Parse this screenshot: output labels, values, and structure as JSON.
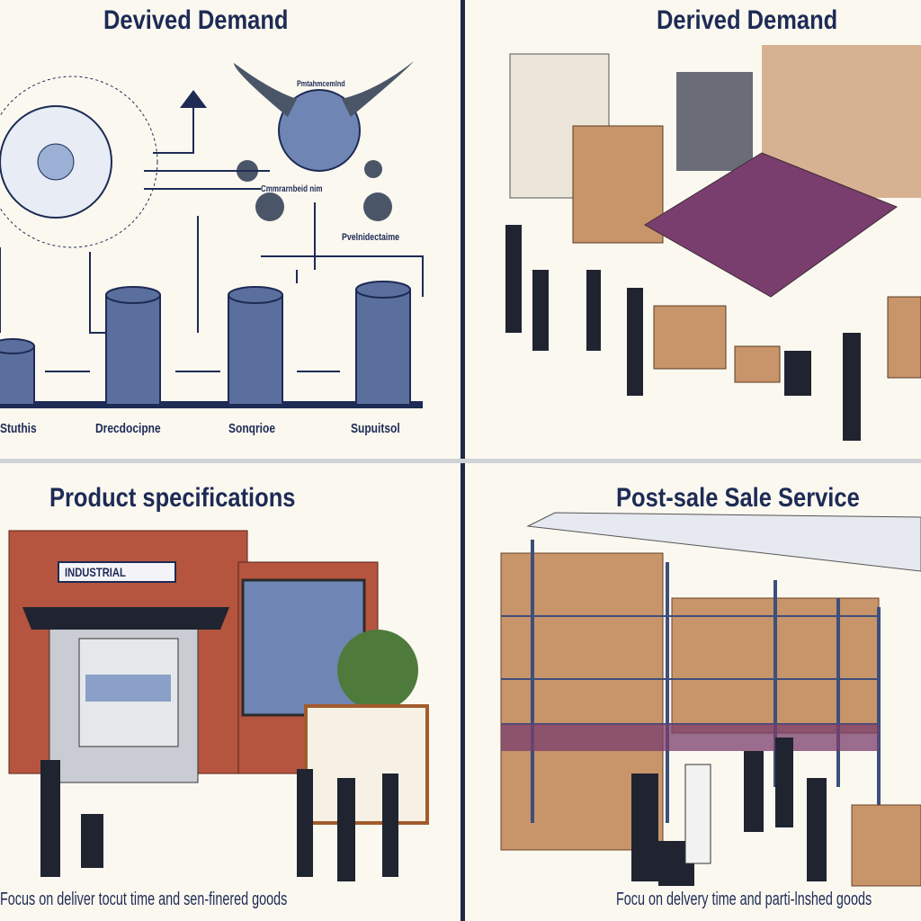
{
  "panels": [
    {
      "title": "Devived Demand",
      "labels": [
        "Stuthis",
        "Drecdocipne",
        "Sonqrioe",
        "Supuitsol"
      ],
      "sign_text": [
        "Pmtahmcemlnd",
        "Cmmrarnbeid nim",
        "Pvelnidectaime"
      ]
    },
    {
      "title": "Derived Demand"
    },
    {
      "title": "Product specifications",
      "sign": "INDUSTRIAL",
      "caption": "Focus on deliver tocut time and sen-finered goods"
    },
    {
      "title": "Post-sale Sale Service",
      "caption": "Focu on delvery time and parti-lnshed goods"
    }
  ],
  "colors": {
    "ink": "#1d2b55",
    "cylinder": "#5b6f9e",
    "brick": "#b5553f",
    "box": "#c8946a",
    "flower": "#7a3e6e"
  }
}
